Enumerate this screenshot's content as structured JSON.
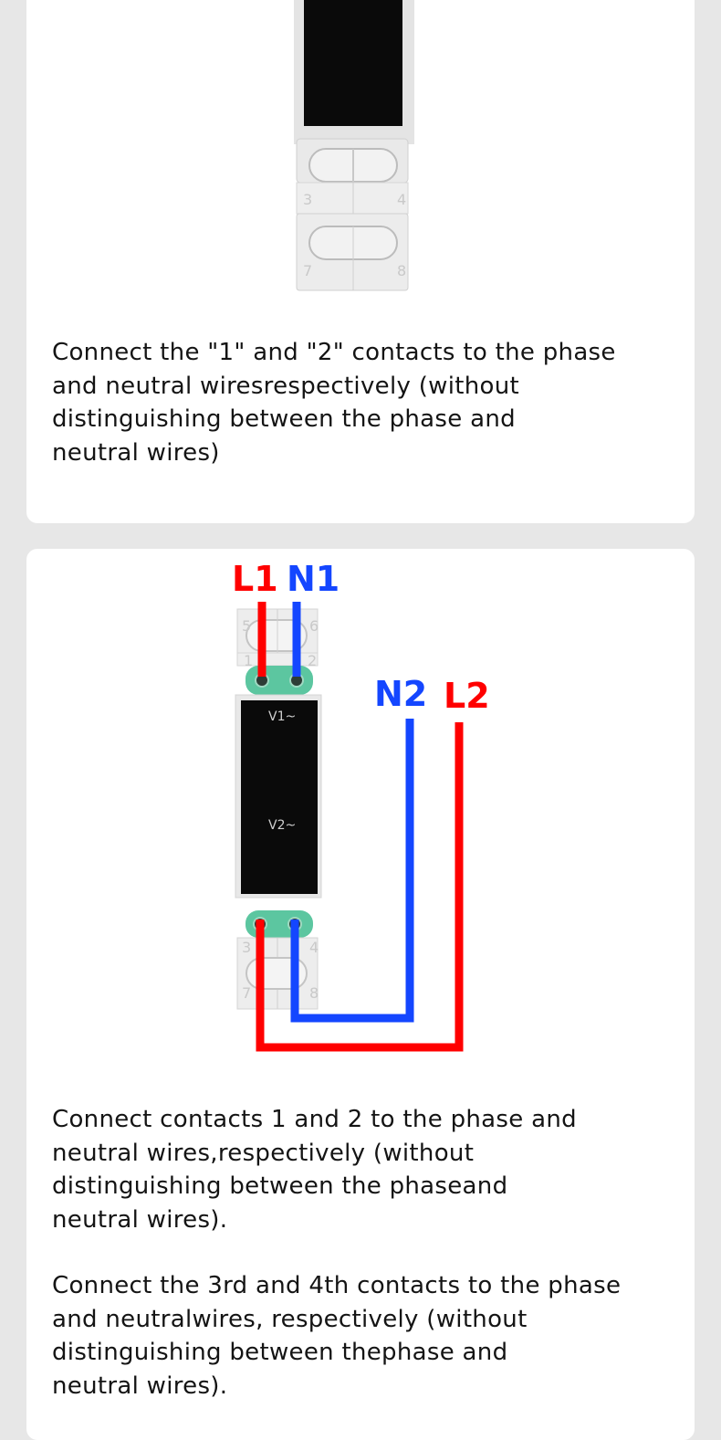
{
  "section1": {
    "device_numbers": [
      "3",
      "4",
      "7",
      "8"
    ],
    "text": "Connect the \"1\" and \"2\" contacts to the phase\nand neutral wiresrespectively (without\ndistinguishing between the phase and\nneutral wires)"
  },
  "section2": {
    "labels": {
      "l1": "L1",
      "n1": "N1",
      "n2": "N2",
      "l2": "L2"
    },
    "device_labels": {
      "v1": "V1~",
      "v2": "V2~"
    },
    "terminal_numbers": [
      "5",
      "6",
      "1",
      "2",
      "3",
      "4",
      "7",
      "8"
    ],
    "colors": {
      "phase": "#ff0000",
      "neutral": "#1446ff",
      "terminal_block": "#5cc6a0"
    },
    "text_1": "Connect contacts 1 and 2 to the phase and\nneutral wires,respectively (without\ndistinguishing between the phaseand\nneutral wires).",
    "text_2": "Connect the 3rd and 4th contacts to the phase\nand neutralwires, respectively (without\ndistinguishing between thephase and\nneutral wires)."
  }
}
